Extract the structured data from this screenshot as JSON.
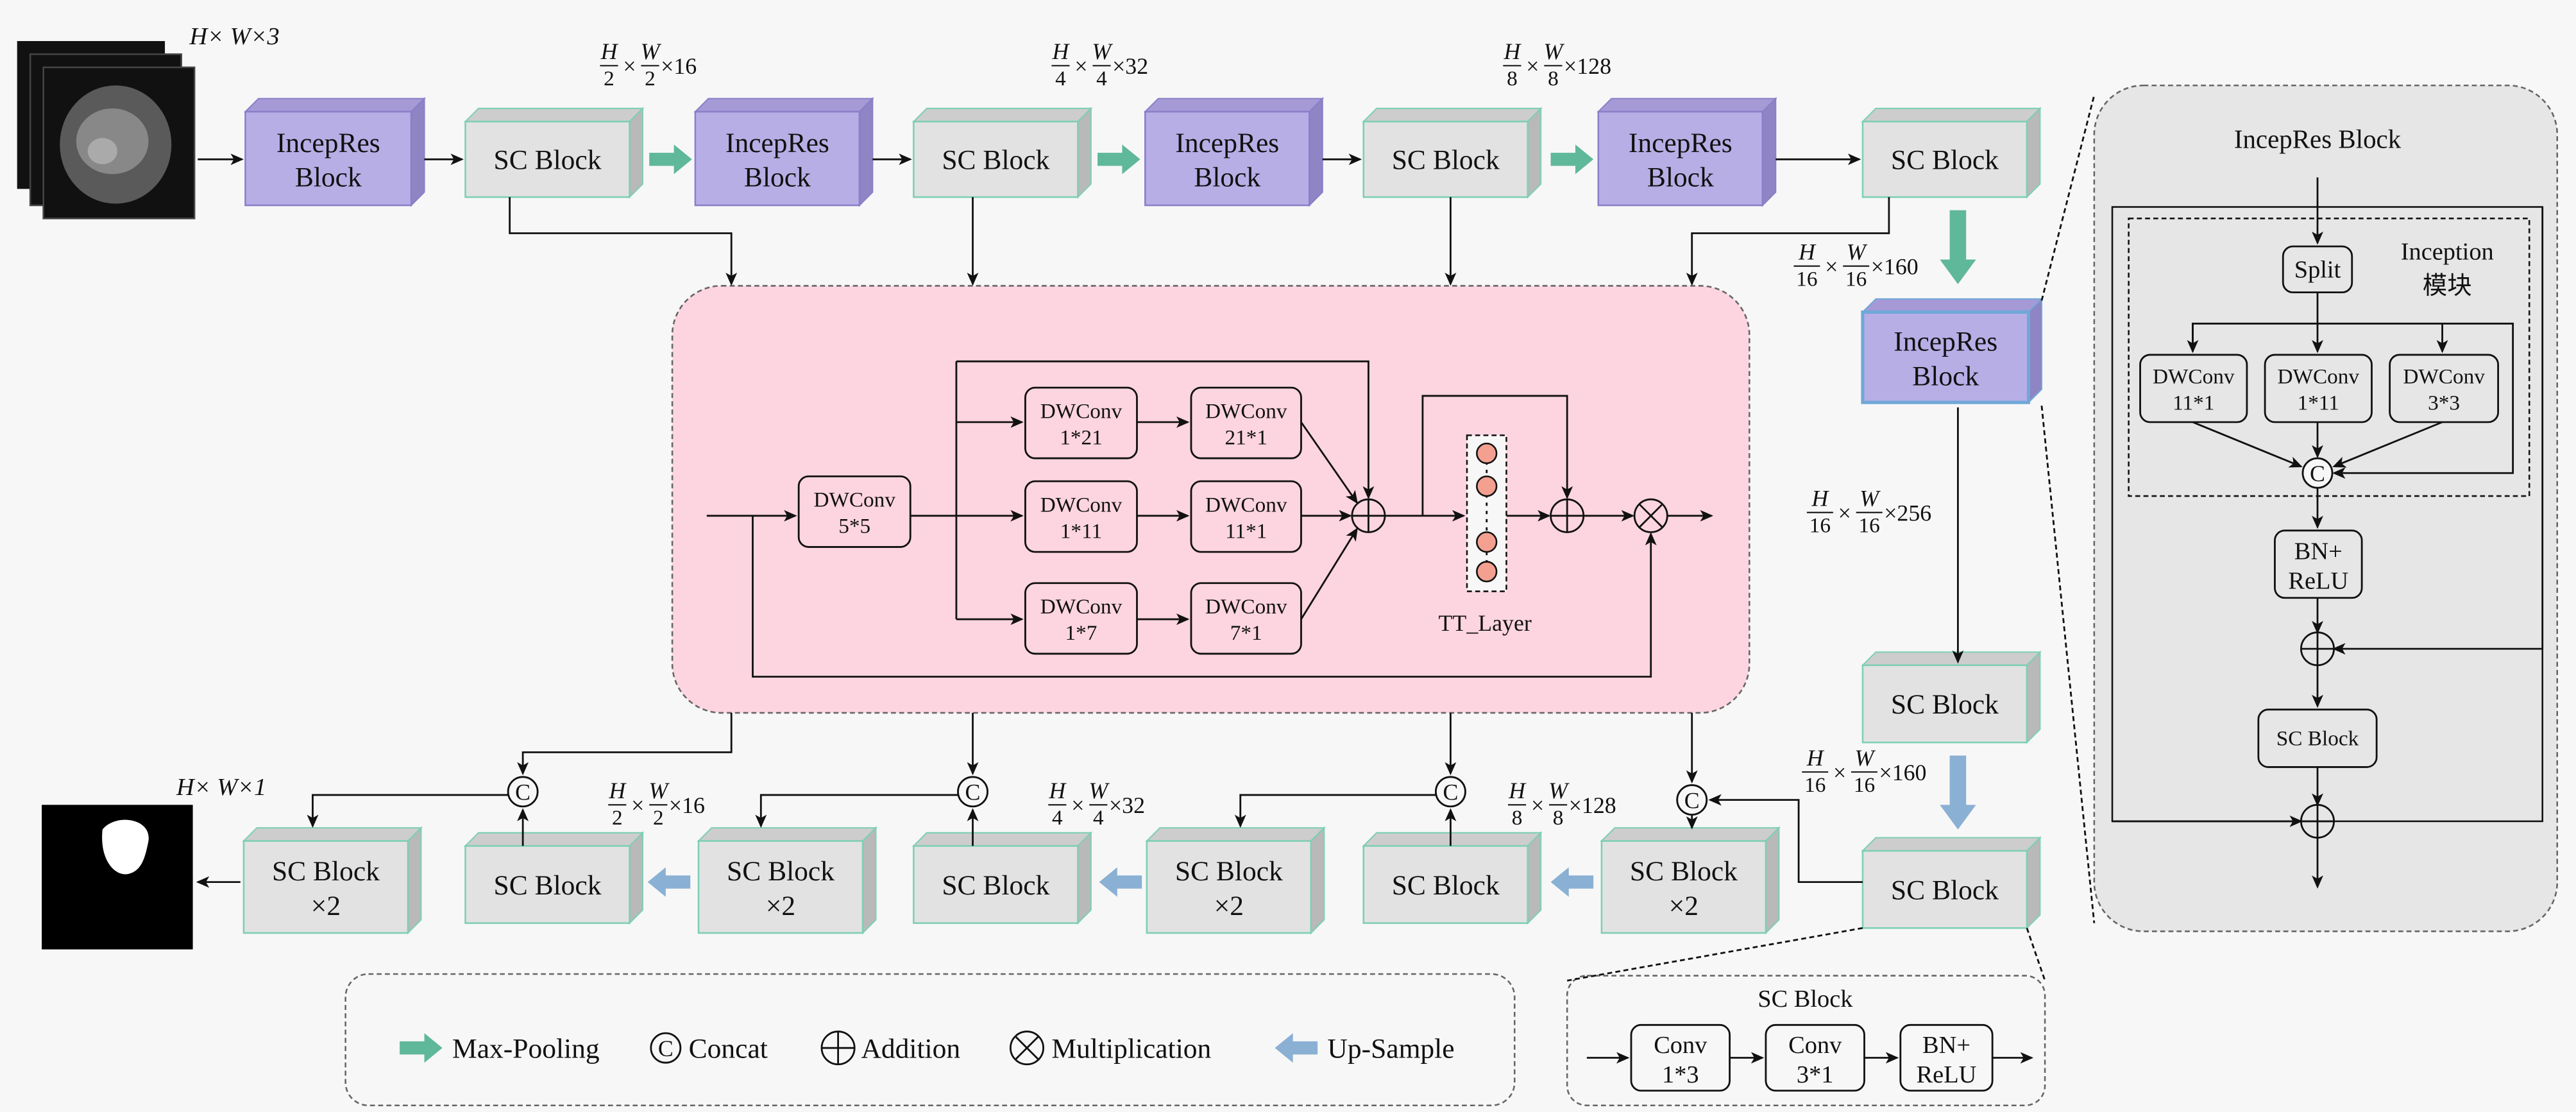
{
  "labels": {
    "incepres": [
      "IncepRes",
      "Block"
    ],
    "sc_block": "SC Block",
    "sc_block_x2": [
      "SC Block",
      "×2"
    ],
    "concat_symbol": "C"
  },
  "dims": {
    "input": "H× W×3",
    "output": "H× W×1",
    "e2": {
      "h": "H",
      "hd": "2",
      "w": "W",
      "wd": "2",
      "c": "×16"
    },
    "e4": {
      "h": "H",
      "hd": "4",
      "w": "W",
      "wd": "4",
      "c": "×32"
    },
    "e8": {
      "h": "H",
      "hd": "8",
      "w": "W",
      "wd": "8",
      "c": "×128"
    },
    "e16a": {
      "h": "H",
      "hd": "16",
      "w": "W",
      "wd": "16",
      "c": "×160"
    },
    "e16b": {
      "h": "H",
      "hd": "16",
      "w": "W",
      "wd": "16",
      "c": "×256"
    },
    "e16c": {
      "h": "H",
      "hd": "16",
      "w": "W",
      "wd": "16",
      "c": "×160"
    },
    "d2": {
      "h": "H",
      "hd": "2",
      "w": "W",
      "wd": "2",
      "c": "×16"
    },
    "d4": {
      "h": "H",
      "hd": "4",
      "w": "W",
      "wd": "4",
      "c": "×32"
    },
    "d8": {
      "h": "H",
      "hd": "8",
      "w": "W",
      "wd": "8",
      "c": "×128"
    }
  },
  "mscm": {
    "dwconv": "DWConv",
    "k55": "5*5",
    "k121": "1*21",
    "k211": "21*1",
    "k111": "1*11",
    "k1101": "11*1",
    "k17": "1*7",
    "k71": "7*1",
    "tt_layer": "TT_Layer"
  },
  "legend": {
    "max_pooling": "Max-Pooling",
    "concat": "Concat",
    "addition": "Addition",
    "multiplication": "Multiplication",
    "up_sample": "Up-Sample"
  },
  "sc_detail": {
    "title": "SC Block",
    "conv": "Conv",
    "k13": "1*3",
    "k31": "3*1",
    "bn": "BN+",
    "relu": "ReLU"
  },
  "incepres_detail": {
    "title": "IncepRes Block",
    "split": "Split",
    "inception": "Inception",
    "module": "模块",
    "dwconv": "DWConv",
    "k1": "11*1",
    "k2": "1*11",
    "k3": "3*3",
    "bn": "BN+",
    "relu": "ReLU",
    "sc_block": "SC Block"
  },
  "colors": {
    "incepres_block": "#b8aee6",
    "sc_block": "#e2e2e2",
    "max_pool_arrow": "#5fb89a",
    "up_sample_arrow": "#8ab0d4",
    "mscm_panel": "#fdd5e0",
    "tt_node": "#f4a090"
  }
}
